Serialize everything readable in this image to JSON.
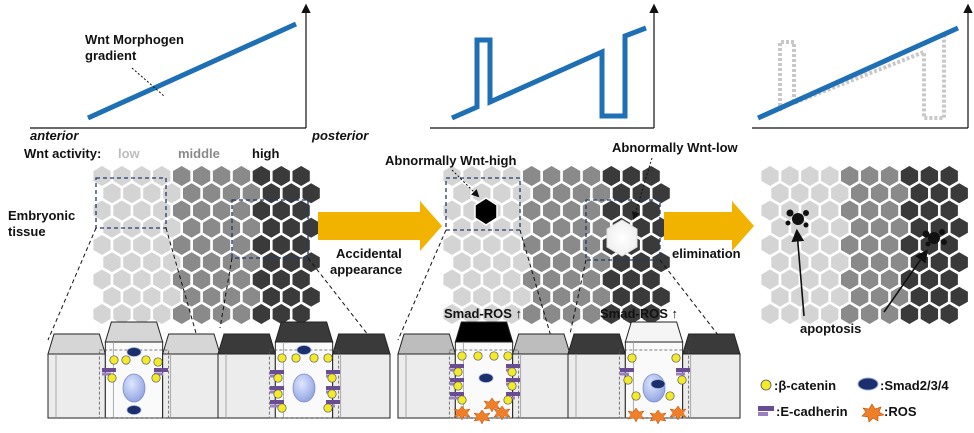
{
  "graphs": {
    "gradient_label_line1": "Wnt Morphogen",
    "gradient_label_line2": "gradient",
    "axis_left": "anterior",
    "axis_right": "posterior"
  },
  "activity": {
    "title": "Wnt activity:",
    "low": "low",
    "middle": "middle",
    "high": "high"
  },
  "tissue": {
    "line1": "Embryonic",
    "line2": "tissue"
  },
  "arrows": {
    "accidental_line1": "Accidental",
    "accidental_line2": "appearance",
    "elimination": "elimination"
  },
  "abnormal": {
    "high": "Abnormally Wnt-high",
    "low": "Abnormally Wnt-low"
  },
  "smad_ros": "Smad-ROS",
  "apoptosis": "apoptosis",
  "legend": {
    "beta_catenin": ":β-catenin",
    "smad": ":Smad2/3/4",
    "ecadherin": ":E-cadherin",
    "ros": ":ROS"
  },
  "colors": {
    "gradient_line": "#1f6fb5",
    "ghost_line": "#c8c8c8",
    "arrow": "#f2b300",
    "low_cell": "#d4d4d4",
    "mid_cell": "#8a8a8a",
    "high_cell": "#3a3a3a",
    "beta_catenin": "#f2ea2a",
    "smad": "#1a2f6b",
    "ecadherin": "#6a4c93",
    "ros": "#f07f2a",
    "nucleus": "#aab8ec"
  }
}
